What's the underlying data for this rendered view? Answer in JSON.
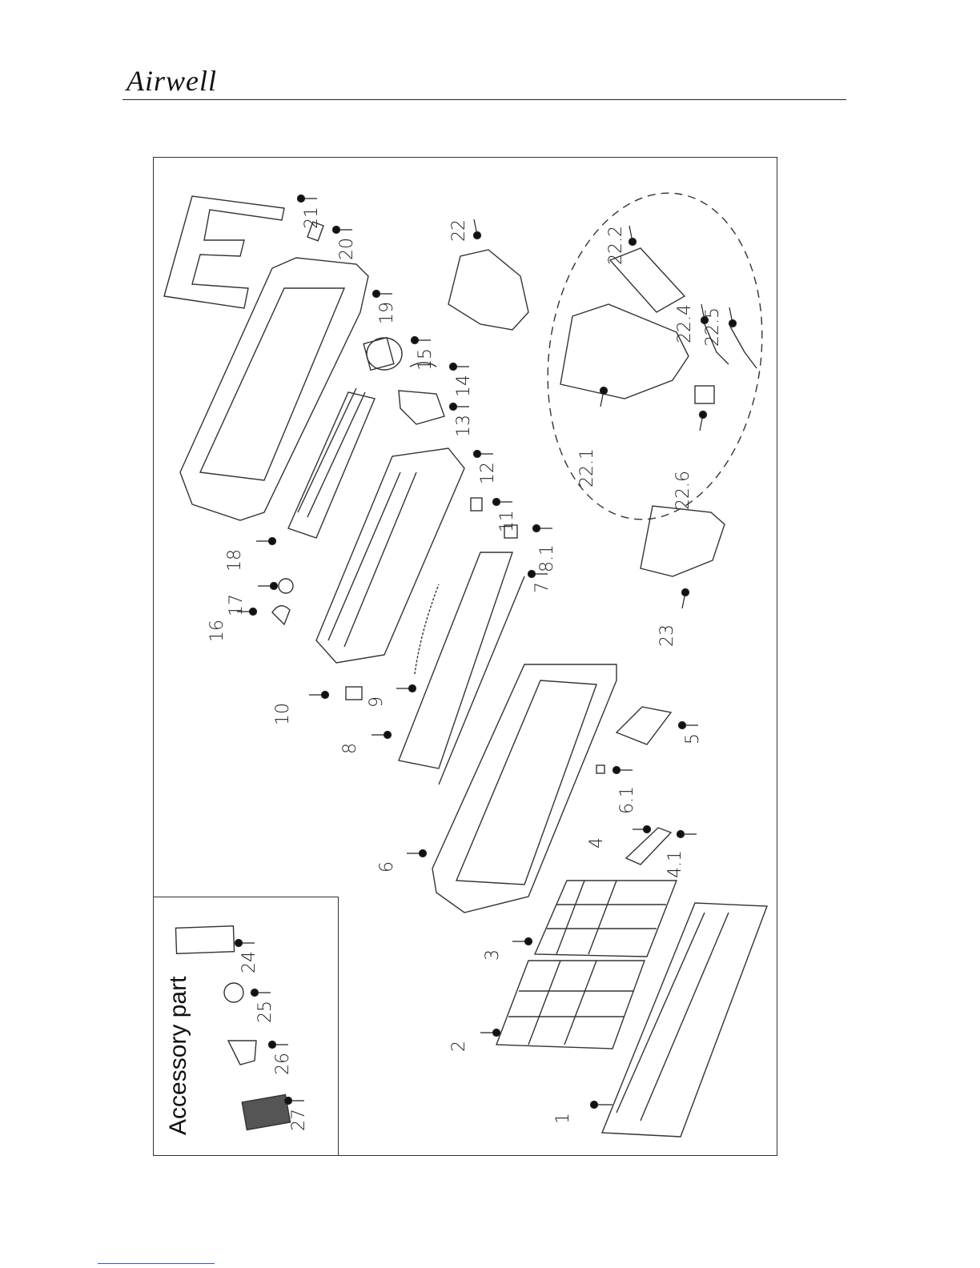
{
  "brand": {
    "name": "Airwell"
  },
  "accessory": {
    "title": "Accessory part"
  },
  "callouts": [
    {
      "id": "1",
      "label": "1"
    },
    {
      "id": "2",
      "label": "2"
    },
    {
      "id": "3",
      "label": "3"
    },
    {
      "id": "4",
      "label": "4"
    },
    {
      "id": "4.1",
      "label": "4.1"
    },
    {
      "id": "5",
      "label": "5"
    },
    {
      "id": "6",
      "label": "6"
    },
    {
      "id": "6.1",
      "label": "6.1"
    },
    {
      "id": "7",
      "label": "7"
    },
    {
      "id": "8",
      "label": "8"
    },
    {
      "id": "8.1",
      "label": "8.1"
    },
    {
      "id": "9",
      "label": "9"
    },
    {
      "id": "10",
      "label": "10"
    },
    {
      "id": "11",
      "label": "11"
    },
    {
      "id": "12",
      "label": "12"
    },
    {
      "id": "13",
      "label": "13"
    },
    {
      "id": "14",
      "label": "14"
    },
    {
      "id": "15",
      "label": "15"
    },
    {
      "id": "16",
      "label": "16"
    },
    {
      "id": "17",
      "label": "17"
    },
    {
      "id": "18",
      "label": "18"
    },
    {
      "id": "19",
      "label": "19"
    },
    {
      "id": "20",
      "label": "20"
    },
    {
      "id": "21",
      "label": "21"
    },
    {
      "id": "22",
      "label": "22"
    },
    {
      "id": "22.1",
      "label": "22.1"
    },
    {
      "id": "22.2",
      "label": "22.2"
    },
    {
      "id": "22.4",
      "label": "22.4"
    },
    {
      "id": "22.5",
      "label": "22.5"
    },
    {
      "id": "22.6",
      "label": "22.6"
    },
    {
      "id": "23",
      "label": "23"
    },
    {
      "id": "24",
      "label": "24"
    },
    {
      "id": "25",
      "label": "25"
    },
    {
      "id": "26",
      "label": "26"
    },
    {
      "id": "27",
      "label": "27"
    }
  ]
}
